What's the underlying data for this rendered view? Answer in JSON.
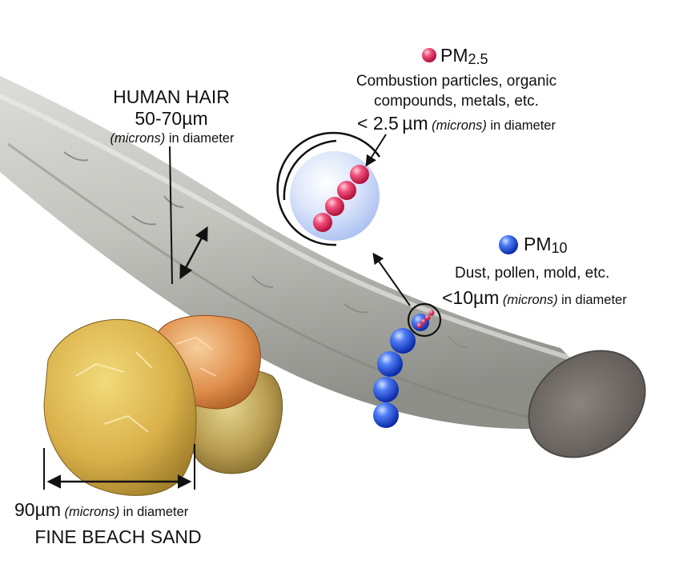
{
  "human_hair": {
    "title": "HUMAN HAIR",
    "size": "50-70",
    "unit": "µm",
    "unit_note": "(microns)",
    "suffix": "in diameter"
  },
  "pm25": {
    "name": "PM",
    "subscript": "2.5",
    "line1": "Combustion particles, organic",
    "line2": "compounds, metals, etc.",
    "size": "< 2.5",
    "unit": "µm",
    "unit_note": "(microns)",
    "suffix": "in diameter",
    "color": "#e0203c"
  },
  "pm10": {
    "name": "PM",
    "subscript": "10",
    "line1": "Dust, pollen, mold, etc.",
    "size": "<10",
    "unit": "µm",
    "unit_note": "(microns)",
    "suffix": "in diameter",
    "color": "#2255e8"
  },
  "sand": {
    "size": "90",
    "unit": "µm",
    "unit_note": "(microns)",
    "suffix": "in diameter",
    "title": "FINE BEACH SAND"
  }
}
